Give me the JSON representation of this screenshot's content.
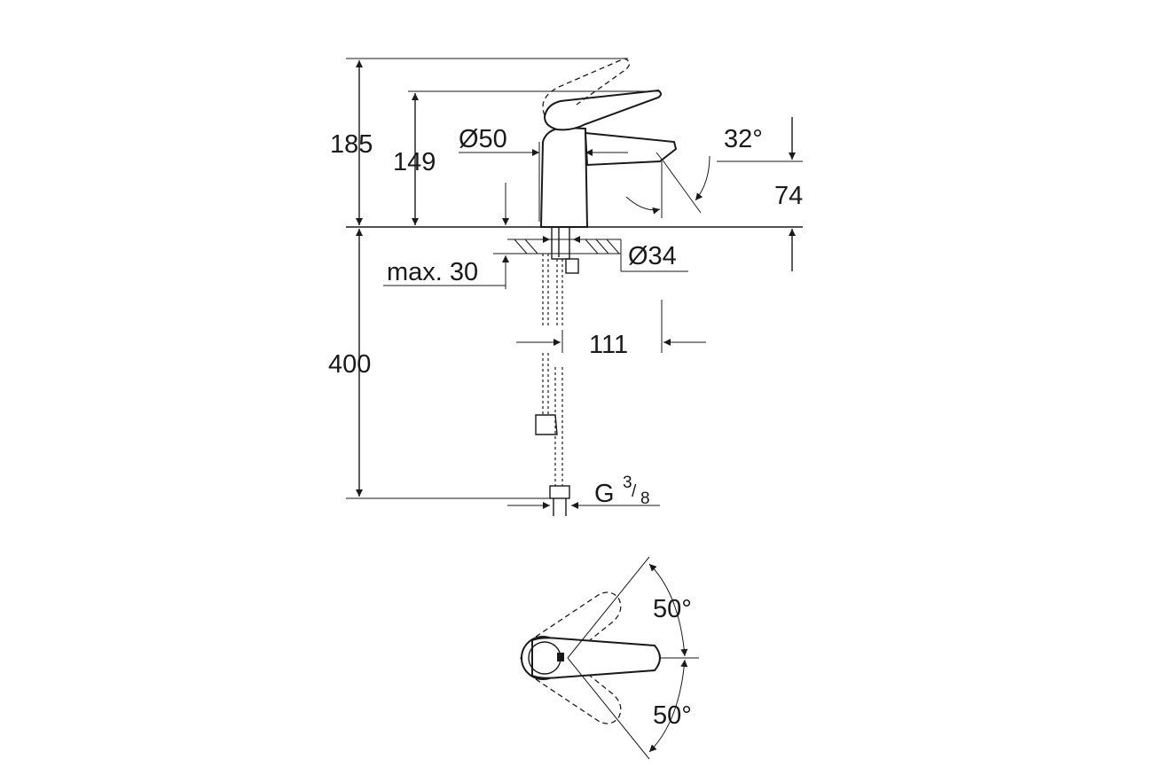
{
  "dimensions": {
    "total_height": "185",
    "lever_height": "149",
    "body_diameter": "Ø50",
    "spout_angle": "32°",
    "spout_height": "74",
    "shank_diameter": "Ø34",
    "max_deck_thickness": "max. 30",
    "hose_length": "400",
    "projection": "111",
    "connection_thread": "G",
    "thread_numerator": "3",
    "thread_denominator": "8",
    "rotation_left": "50°",
    "rotation_right": "50°"
  },
  "colors": {
    "line": "#1a1a1a",
    "background": "#ffffff"
  }
}
